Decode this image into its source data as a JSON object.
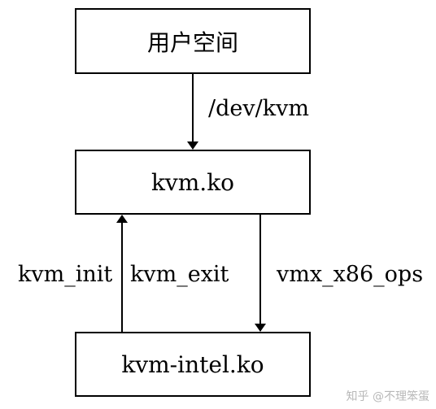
{
  "boxes": {
    "user_space": "用户空间",
    "kvm_ko": "kvm.ko",
    "kvm_intel_ko": "kvm-intel.ko"
  },
  "edges": {
    "dev_kvm": "/dev/kvm",
    "kvm_init": "kvm_init",
    "kvm_exit": "kvm_exit",
    "vmx_ops": "vmx_x86_ops"
  },
  "watermark": "知乎 @不理笨蛋",
  "colors": {
    "stroke": "#000000",
    "background": "#ffffff",
    "watermark": "#b8b8b8"
  }
}
